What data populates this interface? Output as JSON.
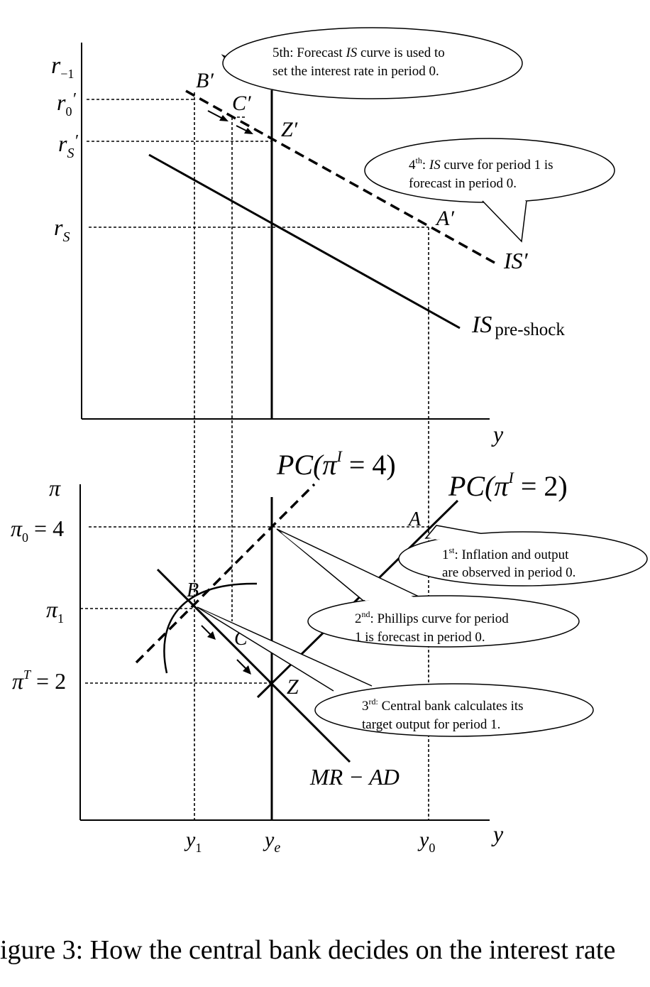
{
  "labels": {
    "r_minus1": "r",
    "r_minus1_sub": "−1",
    "r0_prime": "r",
    "r0_prime_sub": "0",
    "r0_prime_mark": "′",
    "rs_prime": "r",
    "rs_prime_sub": "S",
    "rs_prime_mark": "′",
    "rs": "r",
    "rs_sub": "S",
    "y_top": "y",
    "y_bottom": "y",
    "pi_axis": "π",
    "pi0_left": "π",
    "pi0_sub": "0",
    "pi0_right": " = 4",
    "pi1": "π",
    "pi1_sub": "1",
    "piT": "π",
    "piT_sup": "T",
    "piT_right": " = 2",
    "y1": "y",
    "y1_sub": "1",
    "ye": "y",
    "ye_sub": "e",
    "y0": "y",
    "y0_sub": "0"
  },
  "points": {
    "B_prime": "B′",
    "C_prime": "C′",
    "Z_prime": "Z′",
    "A_prime": "A′",
    "A": "A",
    "B": "B",
    "C": "C",
    "Z": "Z"
  },
  "curves": {
    "is_prime": "IS′",
    "is_pre": "IS",
    "is_pre_sub": "pre-shock",
    "pc4_a": "PC(π",
    "pc4_sup": "I",
    "pc4_b": " = 4)",
    "pc2_a": "PC(π",
    "pc2_sup": "I",
    "pc2_b": " = 2)",
    "mrad": "MR − AD"
  },
  "callouts": {
    "c5_line1_a": "5th:  Forecast ",
    "c5_line1_it": "IS",
    "c5_line1_b": " curve is used to",
    "c5_line2": "set the interest rate in period 0.",
    "c4_num": "4",
    "c4_sup": "th",
    "c4_line1_a": ": ",
    "c4_line1_it": "IS",
    "c4_line1_b": " curve for period 1 is",
    "c4_line2": "forecast in period 0.",
    "c1_num": "1",
    "c1_sup": "st",
    "c1_line1": ": Inflation and output",
    "c1_line2": "are observed in period 0.",
    "c2_num": "2",
    "c2_sup": "nd",
    "c2_line1": ": Phillips curve for period",
    "c2_line2": "1 is forecast in period 0.",
    "c3_num": "3",
    "c3_sup": "rd:",
    "c3_line1": " Central bank calculates its",
    "c3_line2": "target output for period 1."
  },
  "caption": "igure 3: How the central bank decides on the interest rate"
}
